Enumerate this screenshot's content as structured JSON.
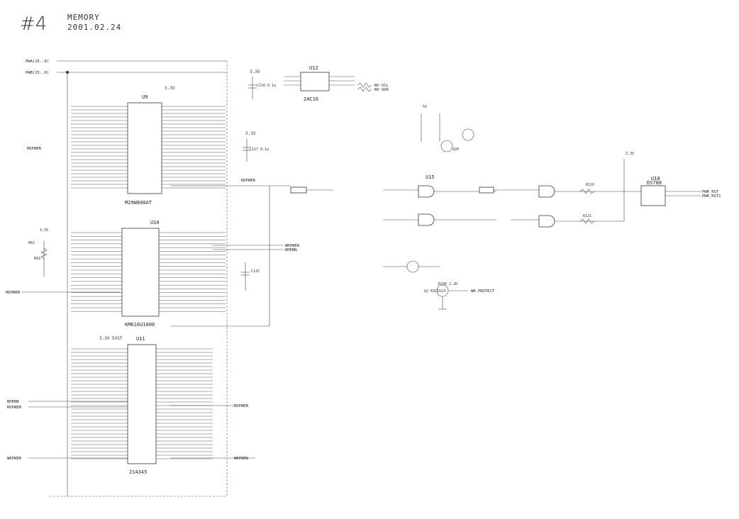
{
  "header": {
    "number": "#4",
    "title": "MEMORY",
    "date": "2001.02.24"
  },
  "chips": {
    "u9": {
      "ref": "U9",
      "part": "M29W800AT"
    },
    "u10": {
      "ref": "U10",
      "part": "KM616U1000"
    },
    "u11": {
      "ref": "U11",
      "part": "IS4345"
    },
    "u12": {
      "ref": "U12",
      "part": "24C16"
    },
    "u15": {
      "ref": "U15"
    },
    "u18": {
      "ref": "U18",
      "part": "DS788"
    }
  },
  "power": {
    "v33": "3.3V",
    "v5": "5V",
    "v33v5": "3.3V  5VST"
  },
  "nets": {
    "pwa15": "PWA(15..0)",
    "pwb15": "PWB(15..0)",
    "rdpwen": "RDPWEN",
    "wrpwen": "WRPWEN",
    "bhenn": "BHENN",
    "rdpwen2": "RDPWEN",
    "pw_rst1": "PWR_RST",
    "pw_rst2": "PWR_RST1",
    "wp_protect": "WR-PROTECT",
    "sda": "NV-SDA",
    "scl": "NV-SCL"
  },
  "parts": {
    "c116": "C116\n0.1u",
    "c117": "C117\n0.1u",
    "c132": "C132",
    "r62": "R62",
    "r63": "R63",
    "q2": "Q2 KSC1623",
    "r106": "R106 2.2K",
    "r116": "R116",
    "r121": "R121",
    "q20": "Q20"
  }
}
